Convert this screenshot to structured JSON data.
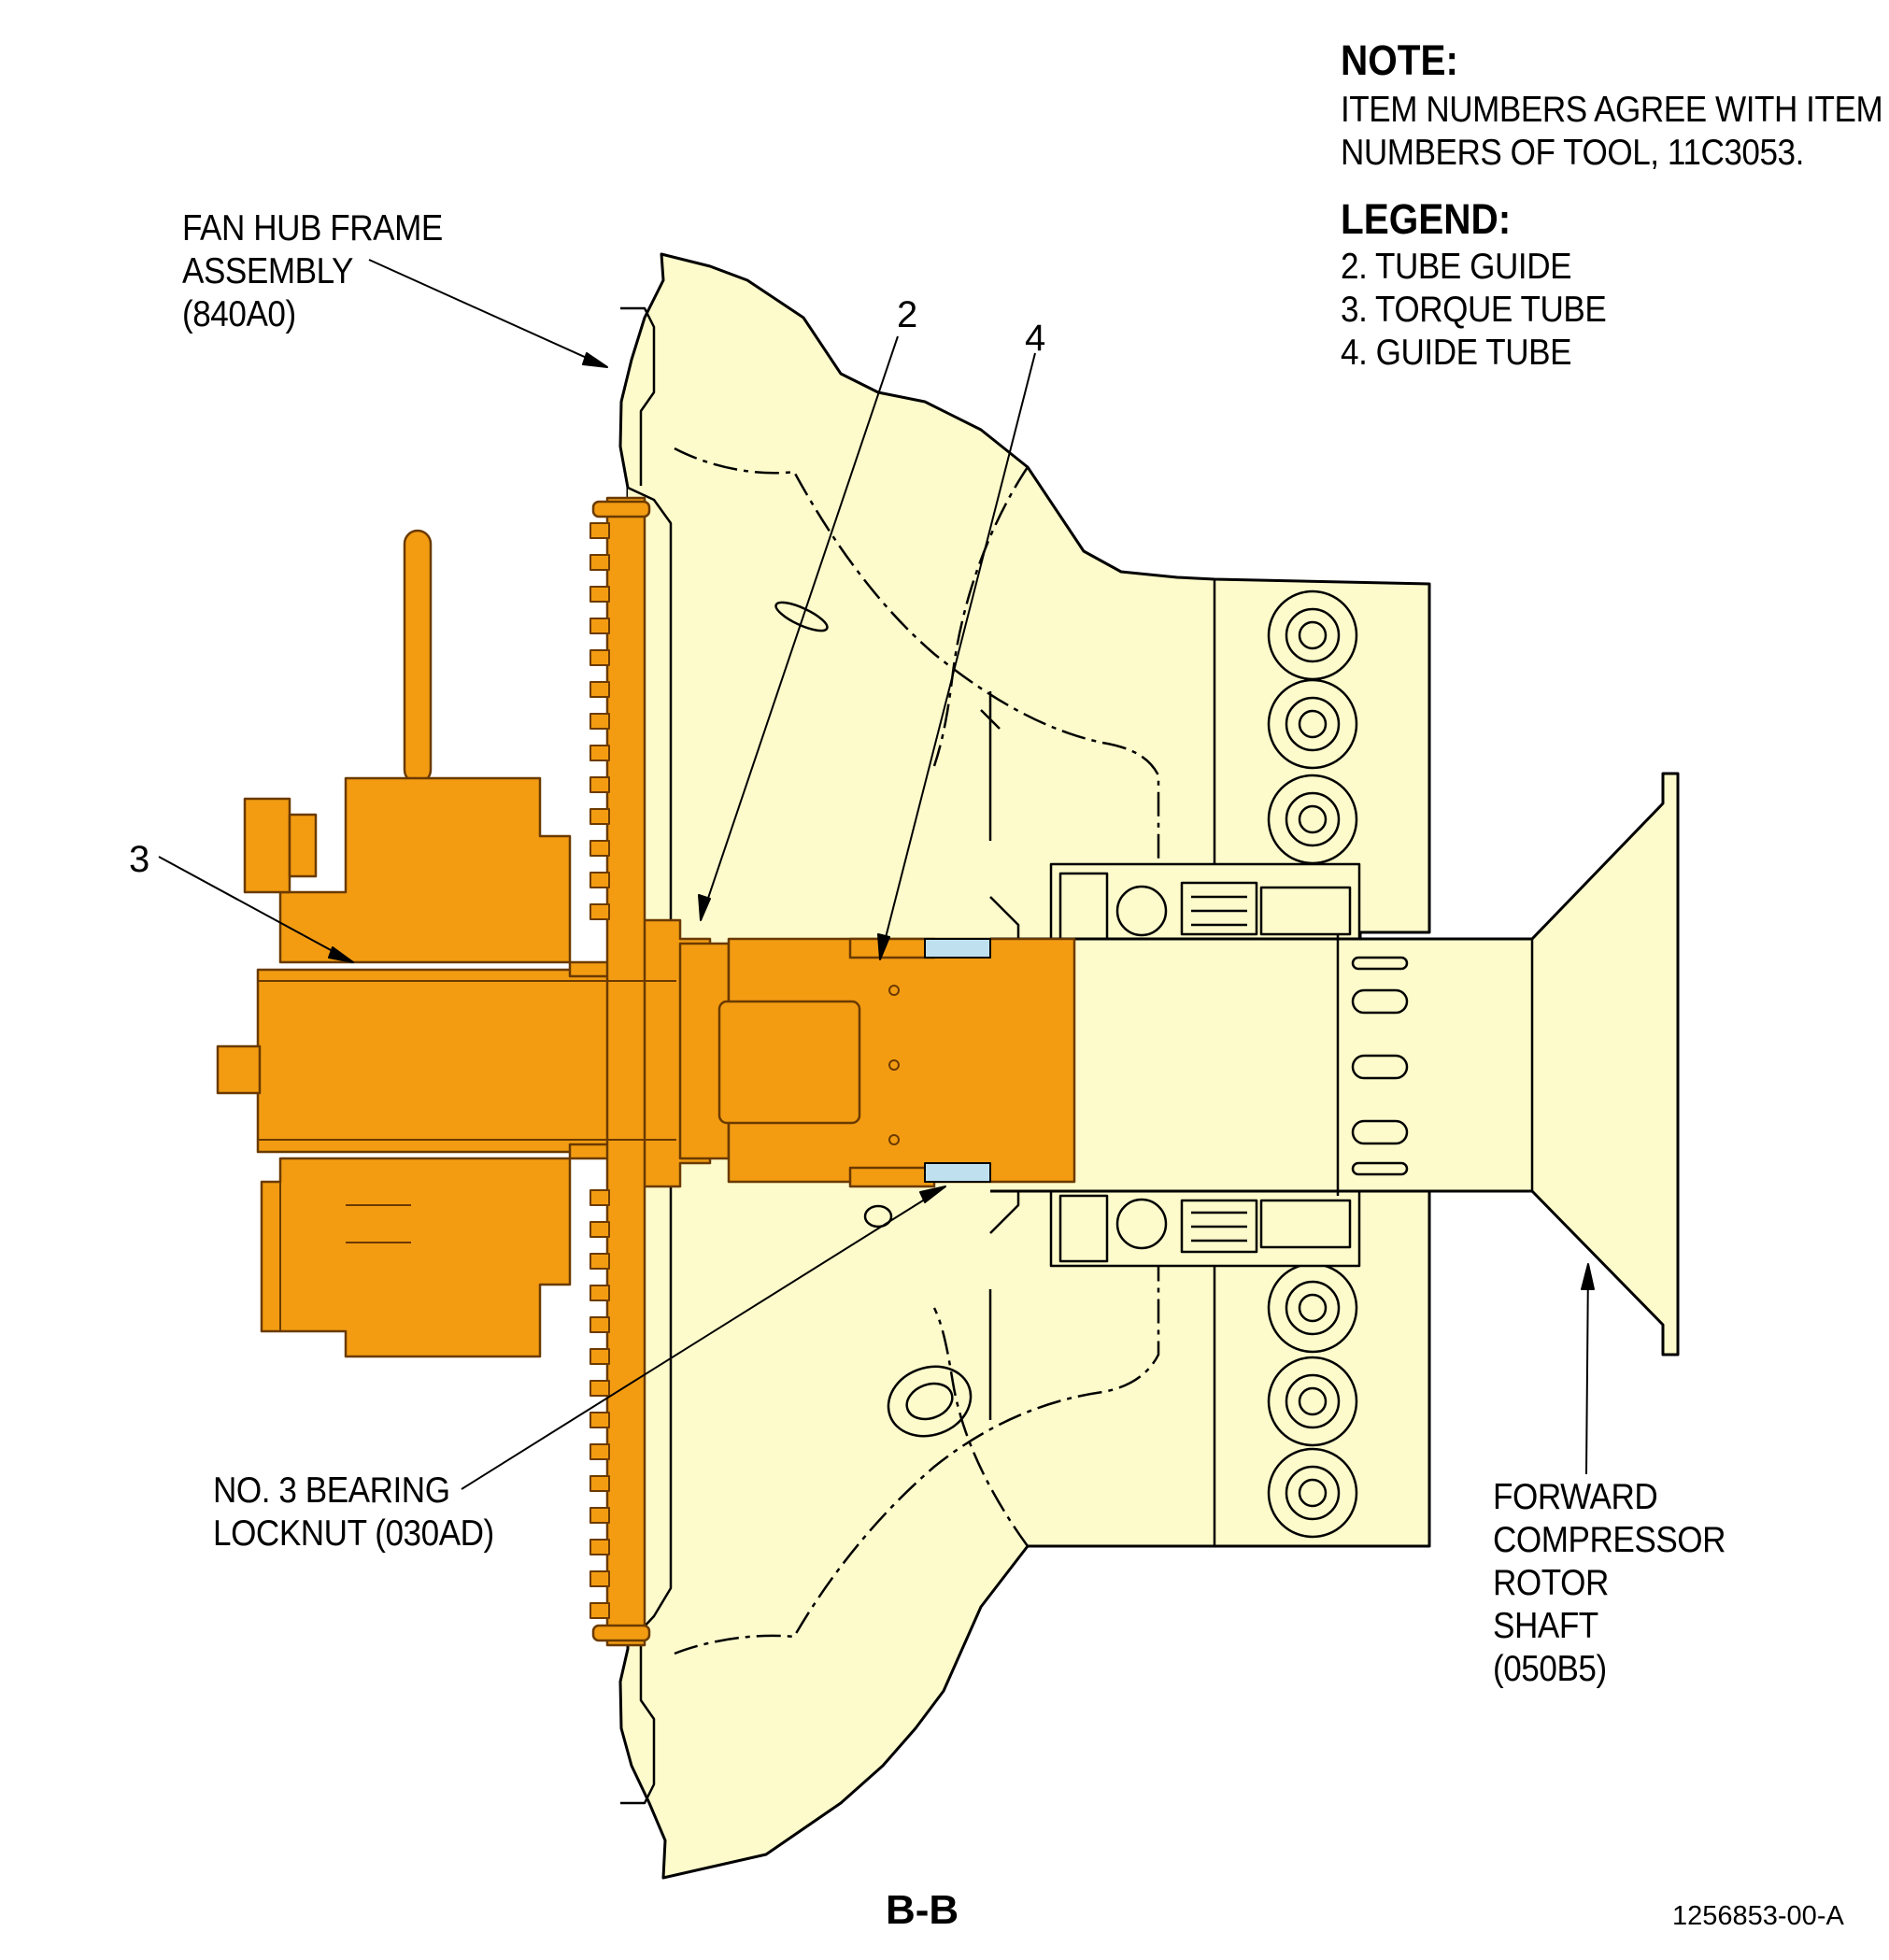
{
  "note": {
    "heading": "NOTE:",
    "lines": [
      "ITEM NUMBERS AGREE WITH ITEM",
      "NUMBERS OF TOOL, 11C3053."
    ]
  },
  "legend": {
    "heading": "LEGEND:",
    "items": [
      "2. TUBE GUIDE",
      "3. TORQUE TUBE",
      "4. GUIDE TUBE"
    ]
  },
  "callouts": {
    "fan_hub": [
      "FAN HUB FRAME",
      "ASSEMBLY",
      "(840A0)"
    ],
    "bearing_locknut": [
      "NO. 3 BEARING",
      "LOCKNUT (030AD)"
    ],
    "compressor_shaft": [
      "FORWARD",
      "COMPRESSOR",
      "ROTOR",
      "SHAFT",
      "(050B5)"
    ],
    "item_2": "2",
    "item_3": "3",
    "item_4": "4"
  },
  "view_label": "B-B",
  "figure_number": "1256853-00-A",
  "colors": {
    "housing_fill": "#fdfbcb",
    "tool_fill": "#f39c12",
    "tool_stroke": "#6b3a00",
    "guide_blue": "#bfe1ef",
    "line": "#000000"
  }
}
